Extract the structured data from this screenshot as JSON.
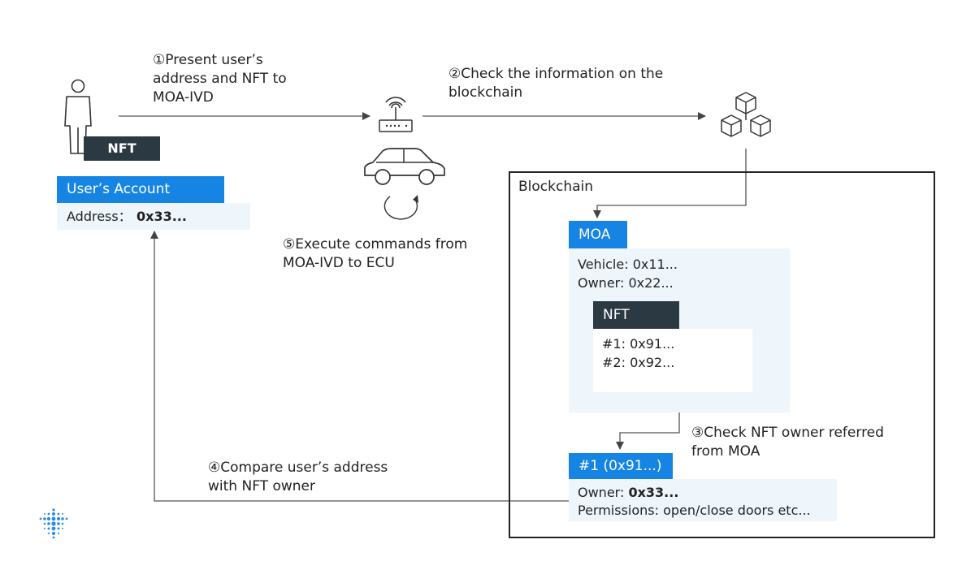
{
  "steps": {
    "step1_line1": "①Present user’s",
    "step1_line2": "address and NFT to",
    "step1_line3": "MOA-IVD",
    "step2_line1": "②Check the information on the",
    "step2_line2": "blockchain",
    "step3_line1": "③Check NFT owner referred",
    "step3_line2": "from MOA",
    "step4_line1": "④Compare user’s address",
    "step4_line2": "with NFT owner",
    "step5_line1": "⑤Execute commands from",
    "step5_line2": "MOA-IVD to ECU"
  },
  "user": {
    "nft_badge": "NFT",
    "account_title": "User’s Account",
    "address_label": "Address：",
    "address_value": "0x33..."
  },
  "blockchain": {
    "title": "Blockchain",
    "moa": {
      "title": "MOA",
      "vehicle": "Vehicle: 0x11...",
      "owner": "Owner: 0x22..."
    },
    "nft": {
      "title": "NFT",
      "item1": "#1: 0x91...",
      "item2": "#2: 0x92..."
    },
    "token": {
      "title": "#1 (0x91...)",
      "owner_label": "Owner: ",
      "owner_value": "0x33...",
      "permissions": "Permissions: open/close doors etc..."
    }
  },
  "icons": [
    "person-icon",
    "router-icon",
    "car-icon",
    "rotate-arrow-icon",
    "blocks-icon",
    "logo-icon"
  ],
  "colors": {
    "accent": "#1684e3",
    "dark": "#2b3942",
    "pale": "#eef6fc",
    "line": "#555555"
  }
}
